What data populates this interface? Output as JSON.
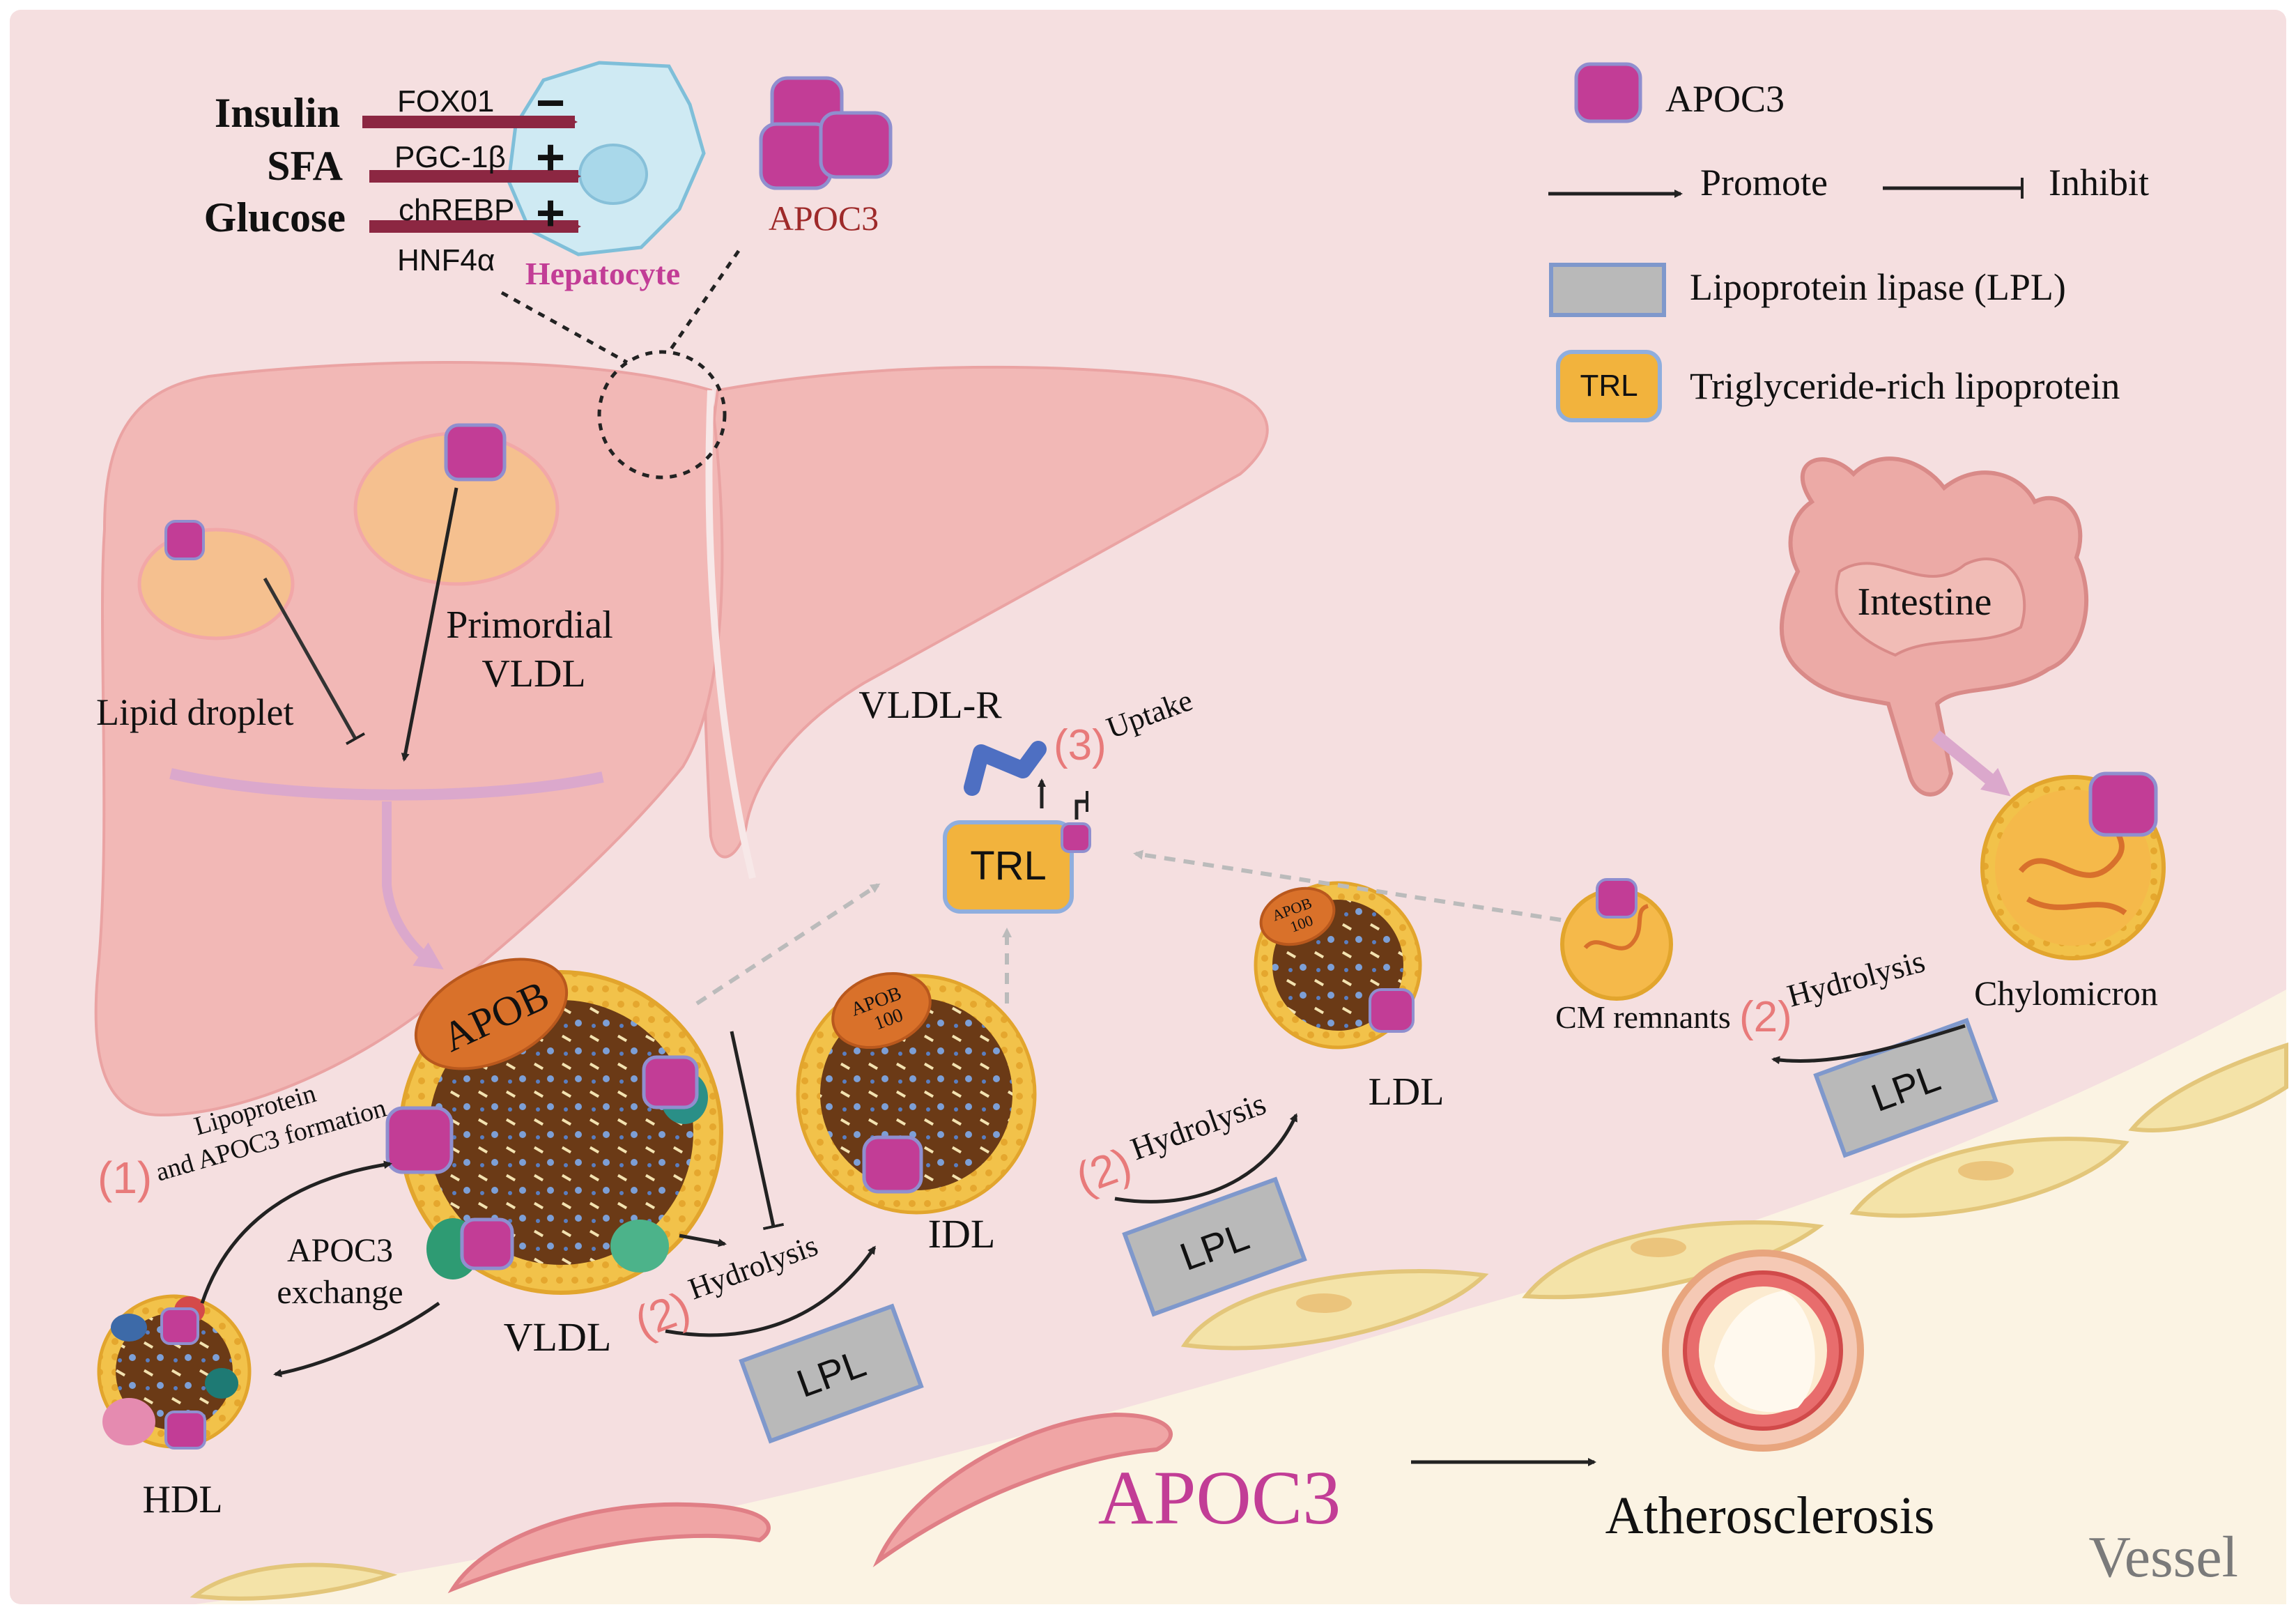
{
  "colors": {
    "background": "#f5dfe0",
    "liver": "#f2b8b6",
    "apoc3": "#c23d96",
    "apoc3_border": "#8f8fcf",
    "lpl": "#b9b9b9",
    "lpl_border": "#7f98cc",
    "trl": "#f2b33d",
    "apob": "#d9712a",
    "vessel_wall": "#fbf3e3",
    "endothelial": "#f4e3a8",
    "text_accent_red": "#9e2a2a",
    "text_magenta": "#c23d96",
    "step_number": "#e87a7a",
    "signal_arrow": "#8c2742"
  },
  "legend": {
    "apoc3_label": "APOC3",
    "promote_label": "Promote",
    "inhibit_label": "Inhibit",
    "lpl_label": "Lipoprotein lipase (LPL)",
    "trl_box": "TRL",
    "trl_label": "Triglyceride-rich lipoprotein"
  },
  "hepatocyte": {
    "regulators": [
      "Insulin",
      "SFA",
      "Glucose"
    ],
    "factors": [
      "FOX01",
      "PGC-1β",
      "chREBP",
      "HNF4α"
    ],
    "signs": [
      "−",
      "+",
      "+"
    ],
    "cell_label": "Hepatocyte",
    "apoc3_label": "APOC3"
  },
  "liver": {
    "lipid_droplet": "Lipid droplet",
    "primordial_line1": "Primordial",
    "primordial_line2": "VLDL"
  },
  "steps": {
    "step1_num": "(1)",
    "step1_line1": "Lipoprotein",
    "step1_line2": "and APOC3 formation",
    "apob_label": "APOB",
    "exchange_line1": "APOC3",
    "exchange_line2": "exchange",
    "vldl_label": "VLDL",
    "hdl_label": "HDL",
    "step2_num": "(2)",
    "hydrolysis": "Hydrolysis",
    "lpl": "LPL",
    "idl_label": "IDL",
    "apob100_line1": "APOB",
    "apob100_line2": "100",
    "ldl_label": "LDL",
    "trl_label": "TRL",
    "vldlr_label": "VLDL-R",
    "step3_num": "(3)",
    "uptake": "Uptake",
    "cm_remnants": "CM remnants",
    "chylomicron": "Chylomicron",
    "intestine": "Intestine"
  },
  "bottom": {
    "apoc3_big": "APOC3",
    "atherosclerosis": "Atherosclerosis",
    "vessel": "Vessel"
  }
}
